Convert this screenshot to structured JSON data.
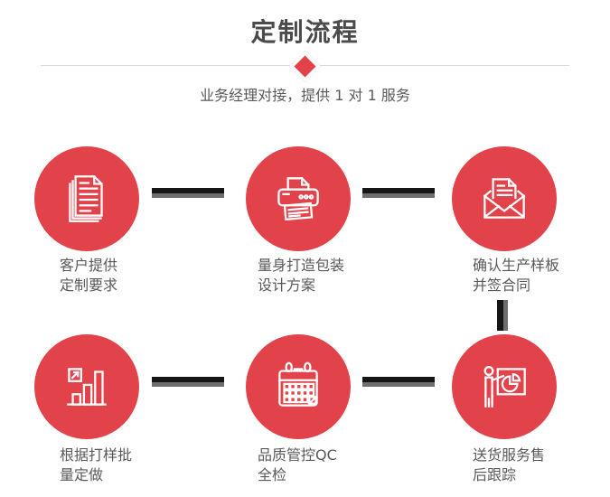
{
  "header": {
    "title": "定制流程",
    "subtitle": "业务经理对接，提供 1 对 1 服务"
  },
  "steps": [
    {
      "icon": "documents-icon",
      "line1": "客户提供",
      "line2": "定制要求"
    },
    {
      "icon": "printer-icon",
      "line1": "量身打造包装",
      "line2": "设计方案"
    },
    {
      "icon": "envelope-icon",
      "line1": "确认生产样板",
      "line2": "并签合同"
    },
    {
      "icon": "bar-chart-icon",
      "line1": "根据打样批",
      "line2": "量定做"
    },
    {
      "icon": "calendar-icon",
      "line1": "品质管控QC",
      "line2": "全检"
    },
    {
      "icon": "presentation-icon",
      "line1": "送货服务售",
      "line2": "后跟踪"
    }
  ],
  "colors": {
    "accent_red": "#e2434b",
    "connector_black": "#161616",
    "connector_gray": "#6e6e6e",
    "title_gray": "#4b4b4b",
    "text_gray": "#595959",
    "divider_gray": "#d9d9d9",
    "icon_stroke": "#ffffff"
  }
}
